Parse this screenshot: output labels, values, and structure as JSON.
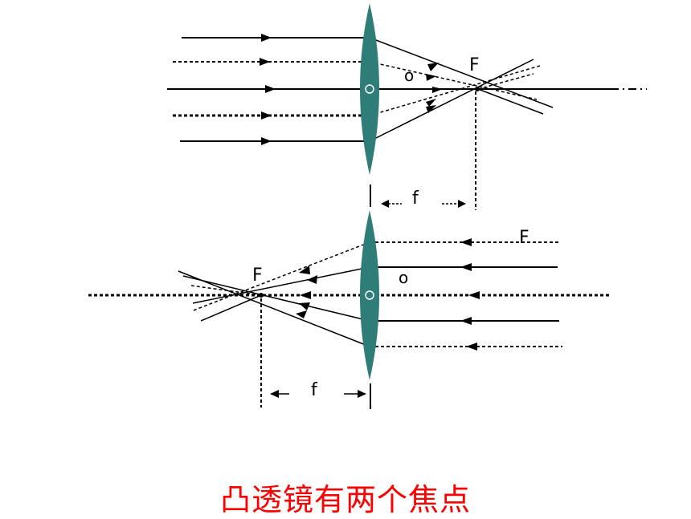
{
  "colors": {
    "lens": "#2e7d78",
    "ray": "#000000",
    "caption": "#ff0000"
  },
  "top_diagram": {
    "focus_label": "F",
    "center_label": "o",
    "focal_length_label": "f"
  },
  "bottom_diagram": {
    "focus_label": "F",
    "focus_label_opposite": "F",
    "center_label": "o",
    "focal_length_label": "f"
  },
  "caption": "凸透镜有两个焦点"
}
